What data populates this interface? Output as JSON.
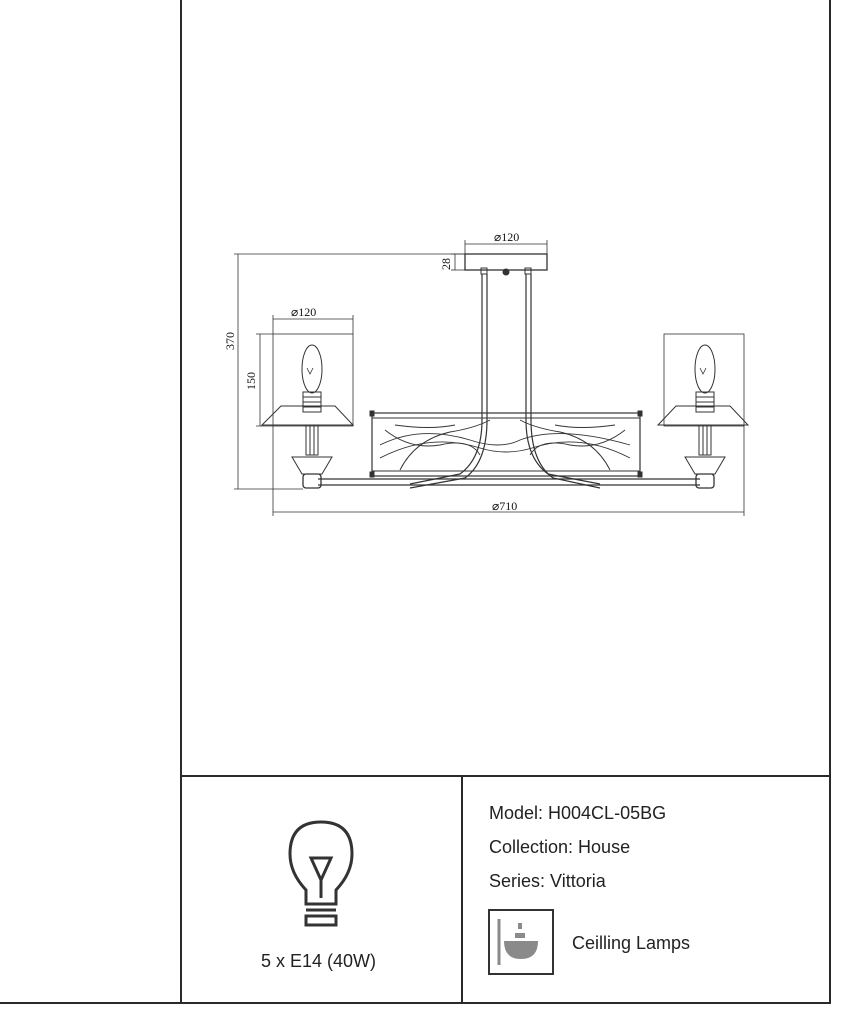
{
  "dimensions": {
    "mount_diameter": "⌀120",
    "mount_height": "28",
    "total_height": "370",
    "shade_diameter": "⌀120",
    "shade_height": "150",
    "total_diameter": "⌀710"
  },
  "bulb": {
    "icon": "light-bulb-icon",
    "spec": "5 x E14 (40W)"
  },
  "product": {
    "model": "Model: H004CL-05BG",
    "collection": "Collection: House",
    "series": "Series: Vittoria",
    "category_icon": "ceiling-lamp-icon",
    "category": "Ceilling Lamps"
  },
  "colors": {
    "line": "#2a2a2a",
    "icon_gray": "#8a8a8a"
  }
}
